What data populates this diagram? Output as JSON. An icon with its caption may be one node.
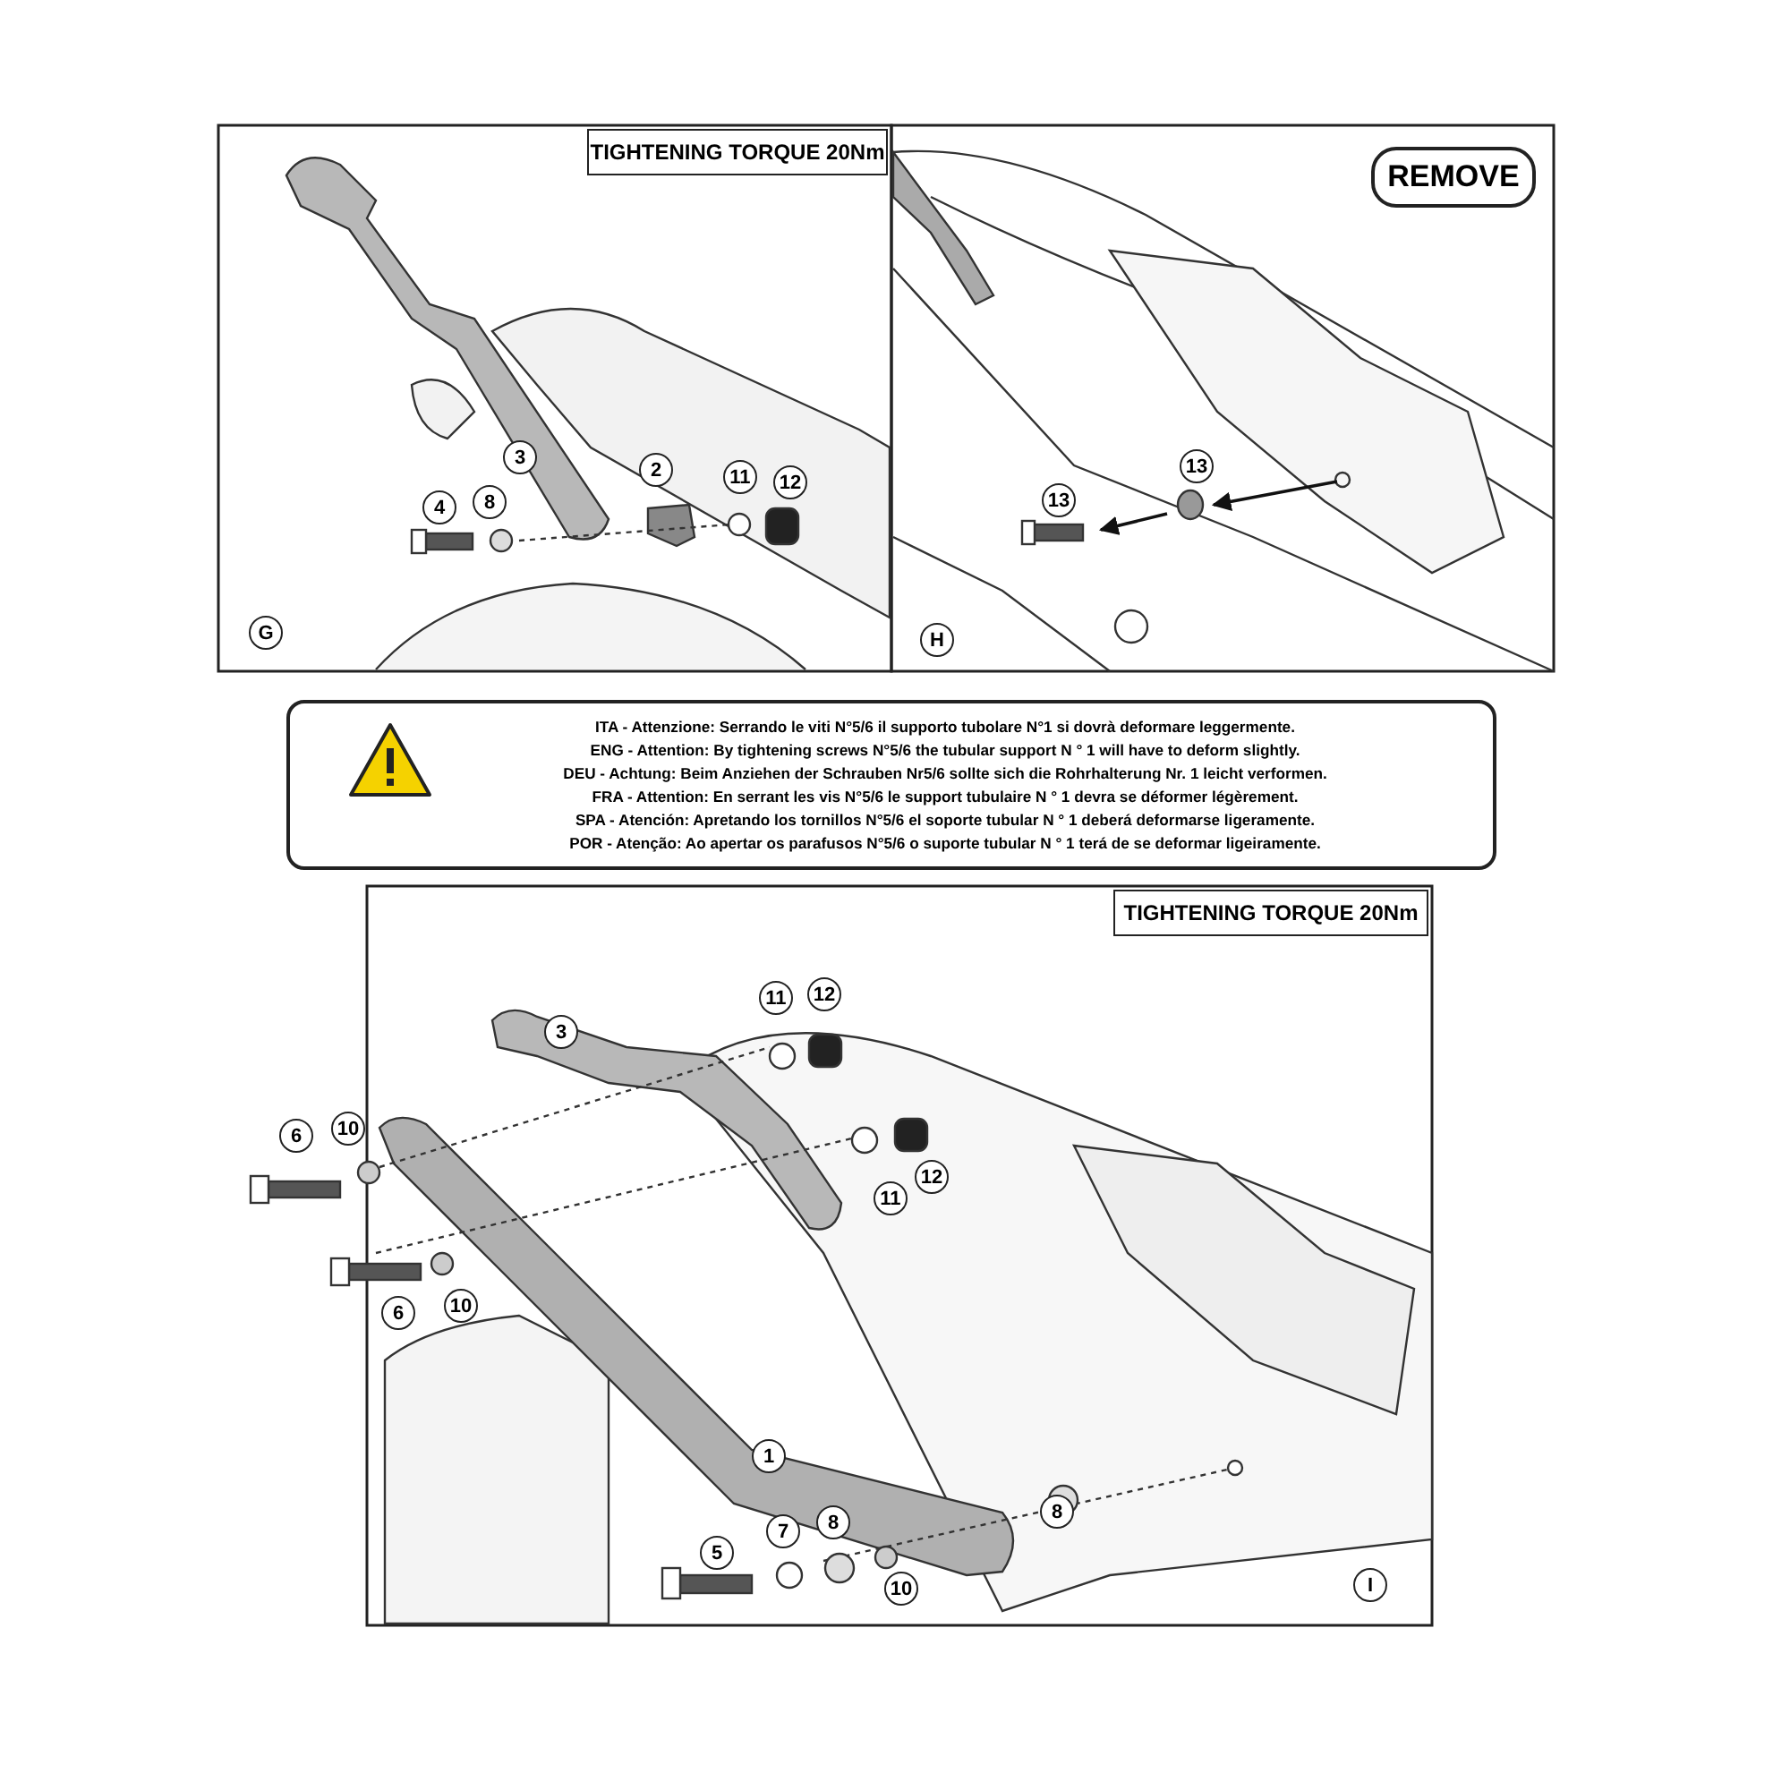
{
  "diagram": {
    "nodes": [
      {
        "text": [
          "TIGHTENING TORQUE 20Nm"
        ]
      },
      {
        "text": [
          "REMOVE"
        ]
      },
      {
        "text": [
          "ITA - Attenzione: Serrando le viti N°5/6 il supporto tubolare N°1 si dovrà deformare leggermente.",
          "ENG - Attention: By tightening screws N°5/6 the tubular support N ° 1 will have to deform slightly.",
          "DEU - Achtung: Beim Anziehen der Schrauben Nr5/6 sollte sich die Rohrhalterung Nr. 1 leicht verformen.",
          "FRA - Attention: En serrant les vis N°5/6 le support tubulaire N ° 1 devra se déformer légèrement.",
          "SPA - Atención: Apretando los tornillos N°5/6 el soporte tubular N ° 1 deberá deformarse ligeramente.",
          "POR - Atenção: Ao apertar os parafusos N°5/6 o suporte tubular N ° 1 terá de se deformar ligeiramente."
        ]
      },
      {
        "text": [
          "TIGHTENING TORQUE 20Nm"
        ]
      }
    ],
    "labels": [
      "3",
      "2",
      "11",
      "12",
      "4",
      "8",
      "G",
      "13",
      "13",
      "H",
      "11",
      "12",
      "3",
      "6",
      "10",
      "11",
      "12",
      "6",
      "10",
      "1",
      "8",
      "5",
      "7",
      "8",
      "10",
      "I"
    ]
  }
}
